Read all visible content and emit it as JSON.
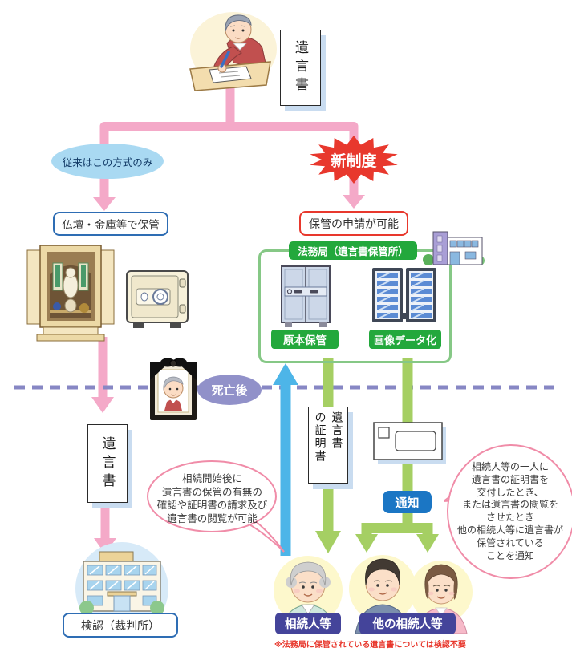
{
  "labels": {
    "will_top": "遺言書",
    "legacy_method": "従来はこの方式のみ",
    "home_storage": "仏壇・金庫等で保管",
    "new_system": "新制度",
    "application": "保管の申請が可能",
    "bureau": "法務局（遺言書保管所）",
    "original_storage": "原本保管",
    "image_data": "画像データ化",
    "after_death": "死亡後",
    "will_left": "遺言書",
    "certificate_right_column": "遺言書",
    "certificate_left_column": "の証明書",
    "notice": "通知",
    "probate": "検認（裁判所）",
    "heirs": "相続人等",
    "other_heirs": "他の相続人等",
    "footnote": "※法務局に保管されている遺言書については検認不要"
  },
  "bubbles": {
    "left": "相続開始後に\n遺言書の保管の有無の\n確認や証明書の請求及び\n遺言書の閲覧が可能",
    "right": "相続人等の一人に\n遺言書の証明書を\n交付したとき、\nまたは遺言書の閲覧を\nさせたとき\n他の相続人等に遺言書が\n保管されている\nことを通知"
  },
  "colors": {
    "pink_flow": "#f4a9c8",
    "green_flow": "#a5cf63",
    "blue_flow": "#4db5e8",
    "green_label": "#23a83c",
    "red_accent": "#e8382d",
    "notice_blue": "#1b76c4",
    "heir_label_indigo": "#44449a",
    "death_purple": "#9191c9",
    "legacy_blue": "#a9d9f2",
    "box_border_blue": "#2e6db4"
  }
}
